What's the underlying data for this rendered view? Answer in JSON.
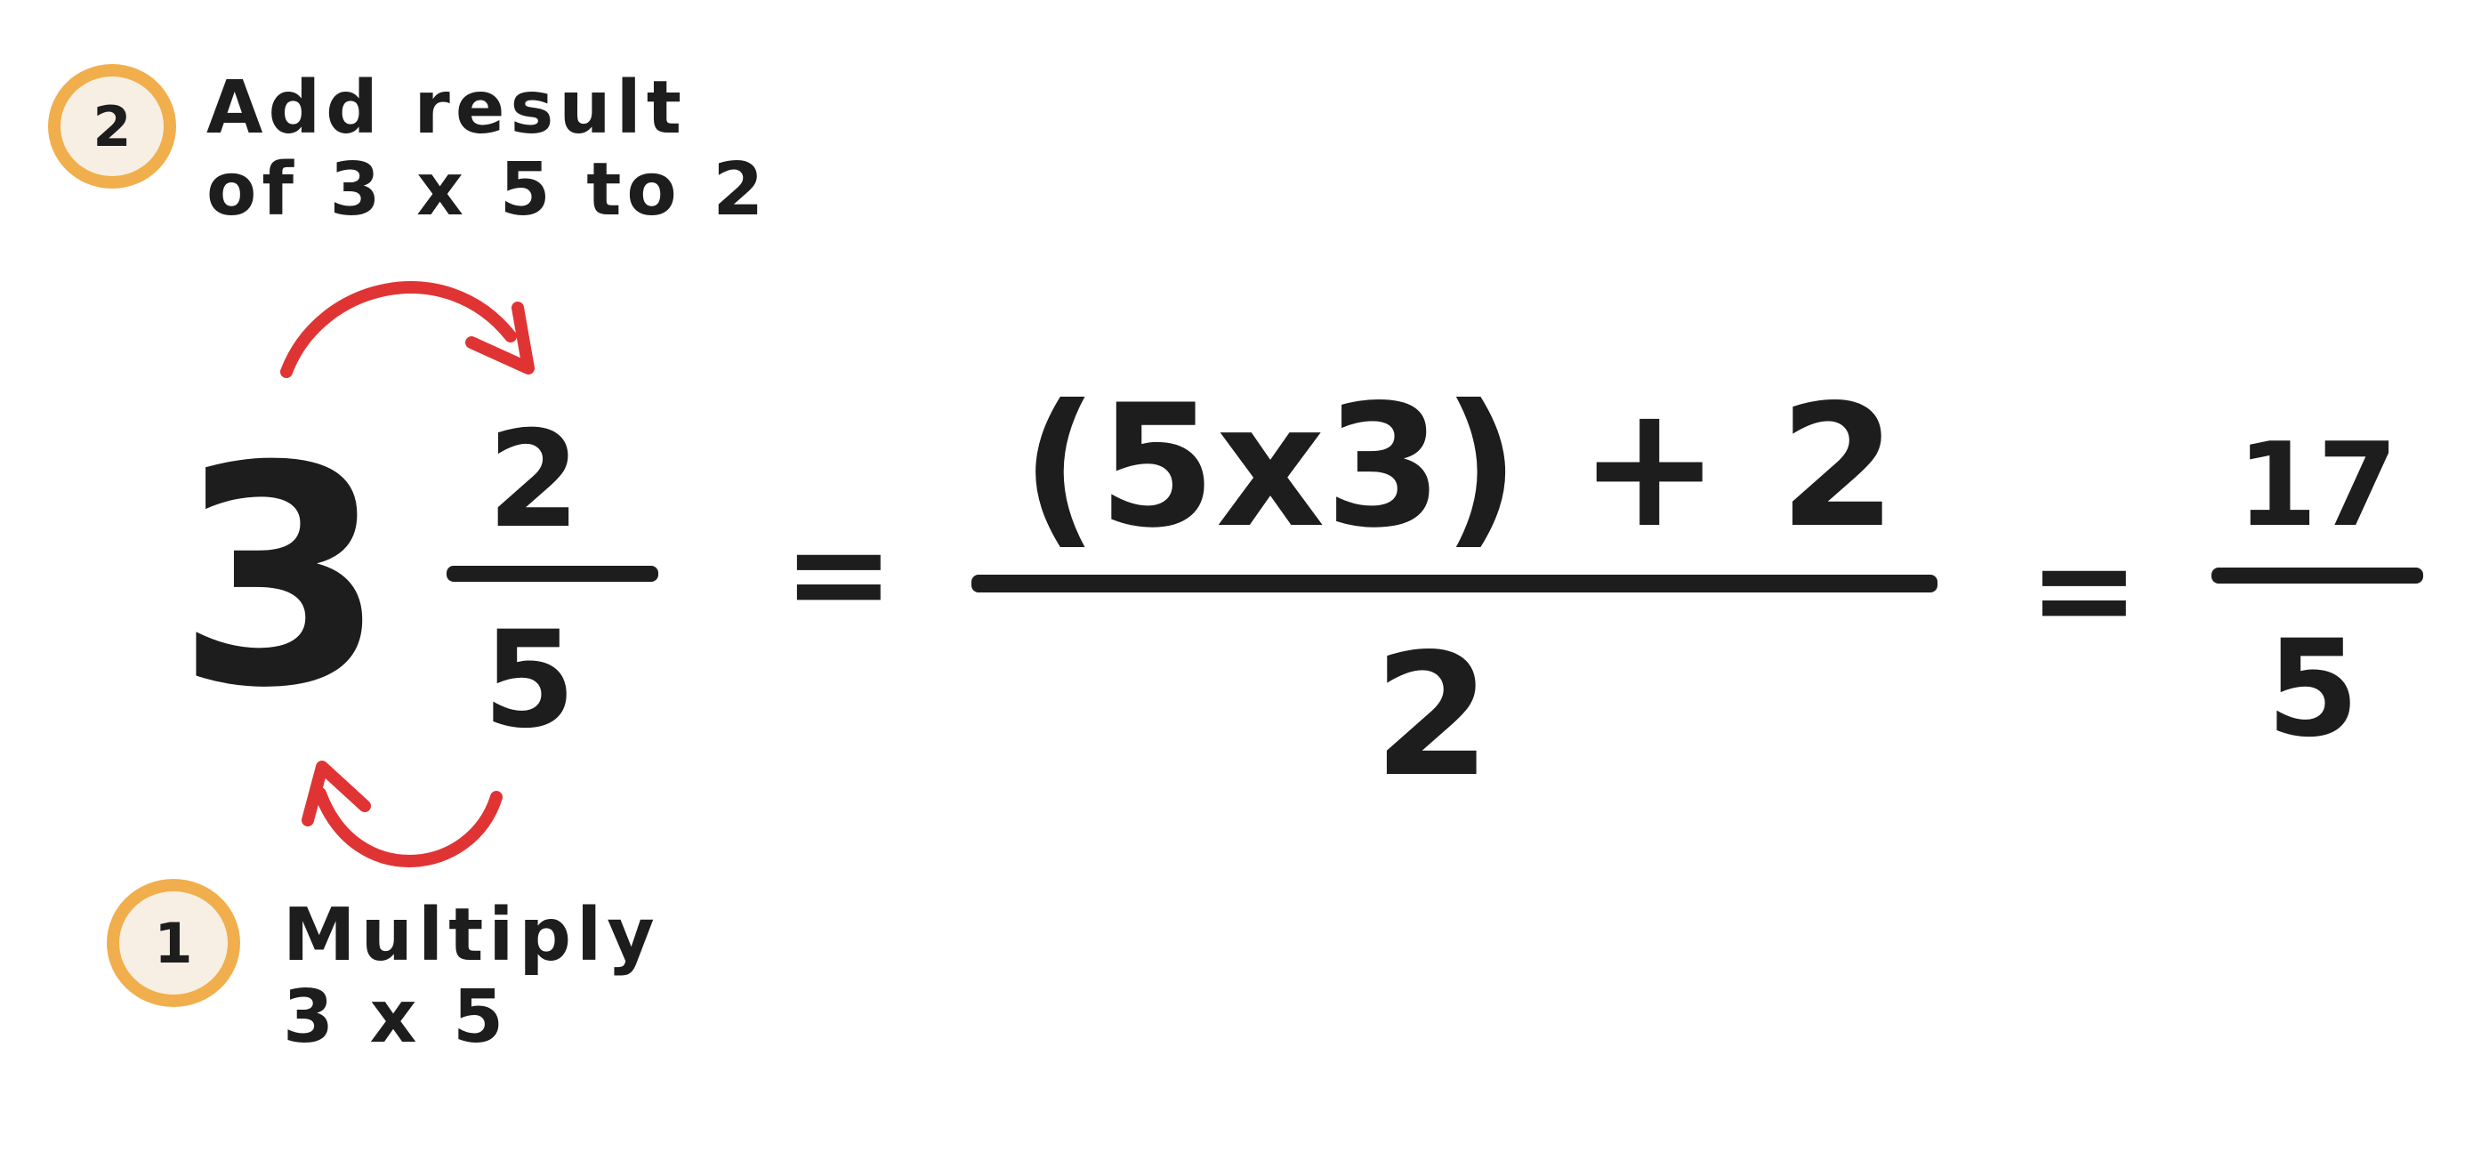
{
  "step_two": {
    "number": "2",
    "line1": "Add result",
    "line2": "of 3 x 5 to 2"
  },
  "step_one": {
    "number": "1",
    "line1": "Multiply",
    "line2": "3 x 5"
  },
  "mixed_number": {
    "whole": "3",
    "numerator": "2",
    "denominator": "5"
  },
  "equals": "=",
  "expanded_fraction": {
    "numerator": "(5x3) + 2",
    "denominator": "2"
  },
  "result_fraction": {
    "numerator": "17",
    "denominator": "5"
  },
  "colors": {
    "arrow": "#e03434",
    "badge_ring": "#f1ae4c",
    "badge_fill": "#f7efe3",
    "ink": "#1d1d1d"
  },
  "icons": {
    "top_arrow": "curved-arrow-icon",
    "bottom_arrow": "curved-arrow-icon"
  }
}
